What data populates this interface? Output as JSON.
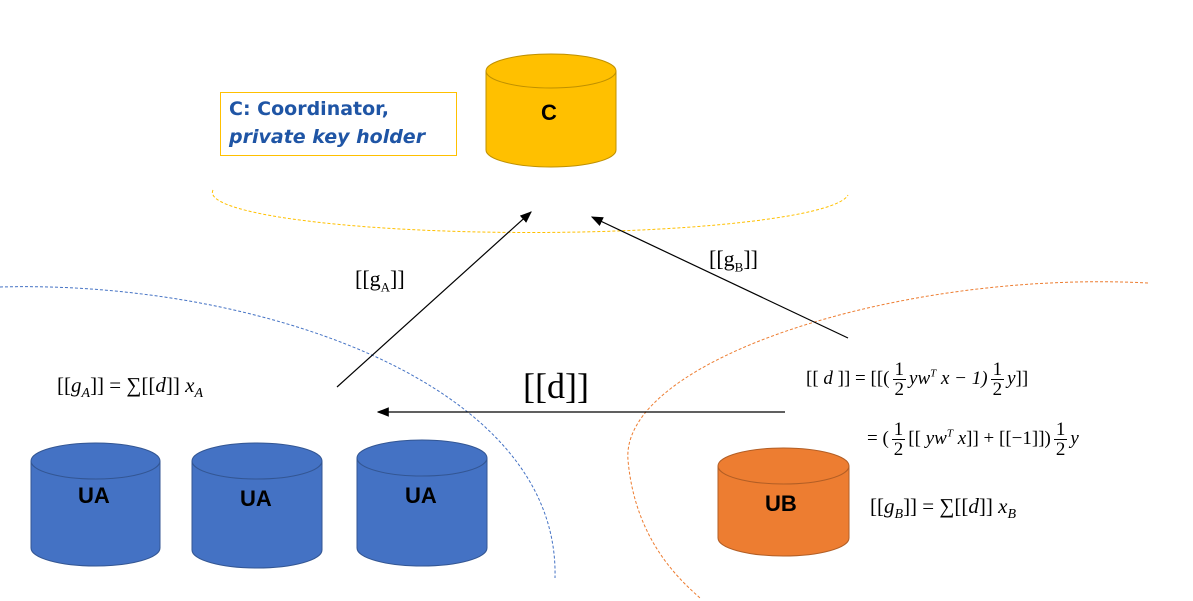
{
  "note": {
    "line1": "C: Coordinator,",
    "line2": "private key holder"
  },
  "nodes": {
    "coordinator": {
      "label": "C",
      "color": "#ffc000"
    },
    "ua": [
      {
        "label": "UA"
      },
      {
        "label": "UA"
      },
      {
        "label": "UA"
      }
    ],
    "ua_color": "#4472c4",
    "ub": {
      "label": "UB",
      "color": "#ed7d31"
    }
  },
  "edges": {
    "ga_label": "[[g",
    "ga_sub": "A",
    "ga_close": "]]",
    "gb_label": "[[g",
    "gb_sub": "B",
    "gb_close": "]]",
    "d_label": "[[d]]"
  },
  "formulas": {
    "ga_left": "[[",
    "ga_g": "g",
    "ga_sub": "A",
    "ga_rest": "]] = ∑[[",
    "ga_d": "d",
    "ga_end": "]] ",
    "ga_x": "x",
    "ga_xsub": "A",
    "d1_a": "[[ ",
    "d1_d": "d",
    "d1_b": " ]] = [[(",
    "half": "1",
    "two": "2",
    "d1_c": "yw",
    "T": "T",
    "d1_e": " x − 1)",
    "d1_y": "y",
    "d1_f": "]]",
    "d2_a": "= (",
    "d2_b": "[[ ",
    "d2_c": "yw",
    "d2_d": " x",
    "d2_e": "]] + [[−1]])",
    "d2_y": "y",
    "gb_left": "[[",
    "gb_g": "g",
    "gb_sub": "B",
    "gb_rest": "]] = ∑[[",
    "gb_d": "d",
    "gb_end": "]] ",
    "gb_x": "x",
    "gb_xsub": "B"
  }
}
